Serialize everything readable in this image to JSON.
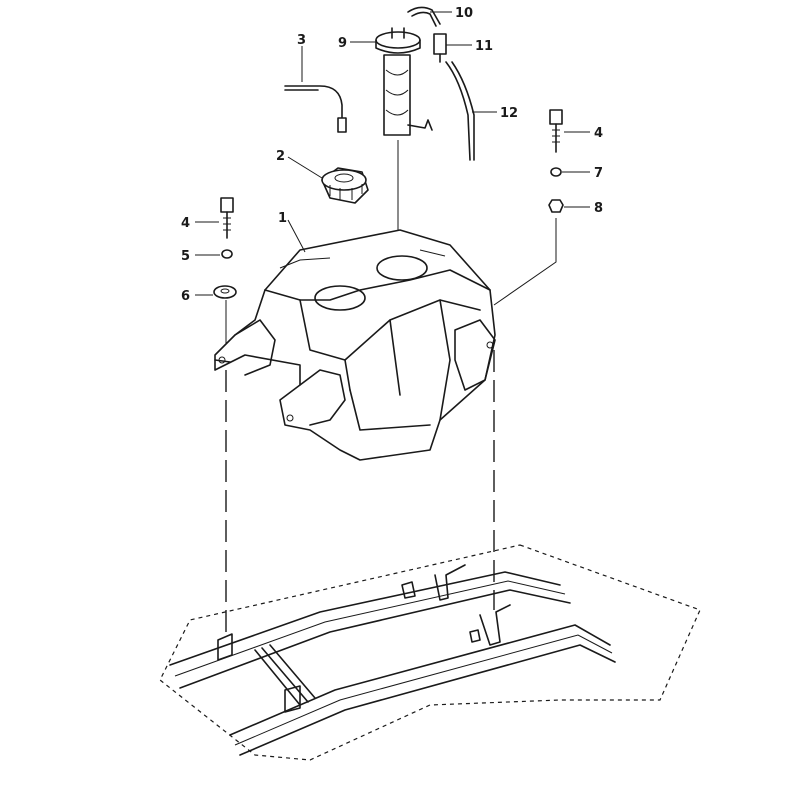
{
  "callouts": {
    "c1": "1",
    "c2": "2",
    "c3": "3",
    "c4a": "4",
    "c4b": "4",
    "c5": "5",
    "c6": "6",
    "c7": "7",
    "c8": "8",
    "c9": "9",
    "c10": "10",
    "c11": "11",
    "c12": "12"
  }
}
